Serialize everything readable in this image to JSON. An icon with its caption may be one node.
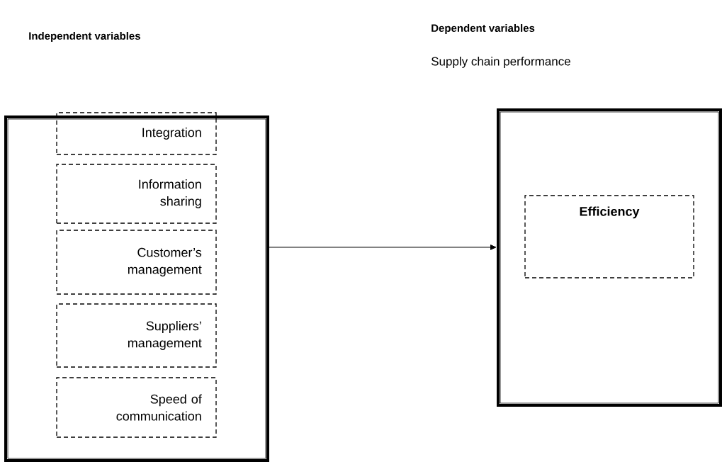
{
  "diagram": {
    "nodes": [
      {
        "text": [],
        "shape": "box"
      },
      {
        "text": [
          "Integration"
        ],
        "in": 0
      },
      {
        "text": [
          "Information sharing"
        ],
        "in": 0
      },
      {
        "text": [
          "Customer’s management"
        ],
        "in": 0
      },
      {
        "text": [
          "Suppliers’ management"
        ],
        "in": 0
      },
      {
        "text": [
          "Speed of communication"
        ],
        "in": 0
      },
      {
        "text": [],
        "shape": "box"
      },
      {
        "text": [
          "Efficiency"
        ],
        "in": 6
      }
    ],
    "edges": [
      {
        "from": 0,
        "to": 6,
        "arrow": "to"
      }
    ],
    "labels": [
      "Independent variables",
      "Dependent variables",
      "Supply chain performance"
    ]
  }
}
